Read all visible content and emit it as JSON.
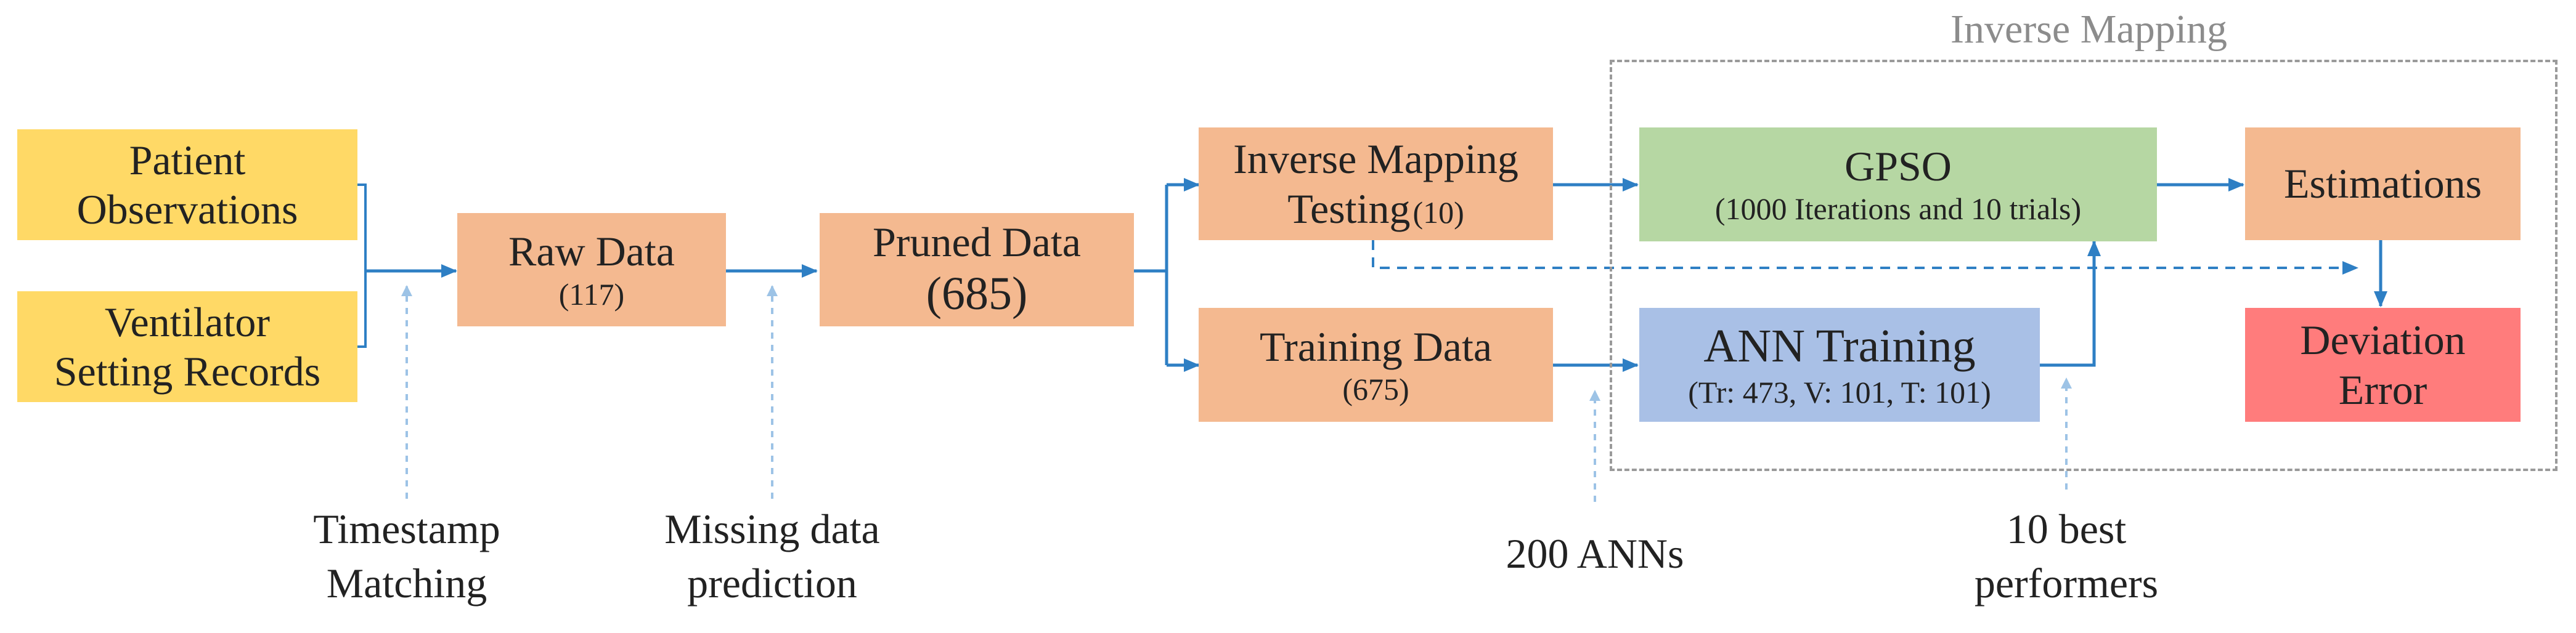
{
  "inverse_group": {
    "title": "Inverse Mapping"
  },
  "nodes": {
    "patient_obs": {
      "line1": "Patient",
      "line2": "Observations",
      "color": "#ffd966"
    },
    "ventilator": {
      "line1": "Ventilator",
      "line2": "Setting Records",
      "color": "#ffd966"
    },
    "raw_data": {
      "title": "Raw Data",
      "count": "(117)",
      "color": "#f4b990"
    },
    "pruned_data": {
      "title": "Pruned Data",
      "count": "(685)",
      "color": "#f4b990"
    },
    "inv_testing": {
      "line1": "Inverse Mapping",
      "line2": "Testing",
      "count": "(10)",
      "color": "#f4b990"
    },
    "training_data": {
      "title": "Training Data",
      "count": "(675)",
      "color": "#f4b990"
    },
    "gpso": {
      "title": "GPSO",
      "detail": "(1000 Iterations and 10 trials)",
      "color": "#b6d7a3"
    },
    "ann_training": {
      "title": "ANN Training",
      "detail": "(Tr: 473, V: 101, T: 101)",
      "color": "#a9c0e6"
    },
    "estimations": {
      "title": "Estimations",
      "color": "#f4b990"
    },
    "deviation": {
      "line1": "Deviation",
      "line2": "Error",
      "color": "#ff7c7c"
    }
  },
  "annotations": {
    "timestamp": {
      "line1": "Timestamp",
      "line2": "Matching"
    },
    "missing": {
      "line1": "Missing data",
      "line2": "prediction"
    },
    "anns": {
      "line1": "200 ANNs"
    },
    "best": {
      "line1": "10 best",
      "line2": "performers"
    }
  },
  "colors": {
    "arrow": "#2e7fc4",
    "annotation_arrow": "#9dc3e6",
    "frame": "#9a9a9a"
  }
}
